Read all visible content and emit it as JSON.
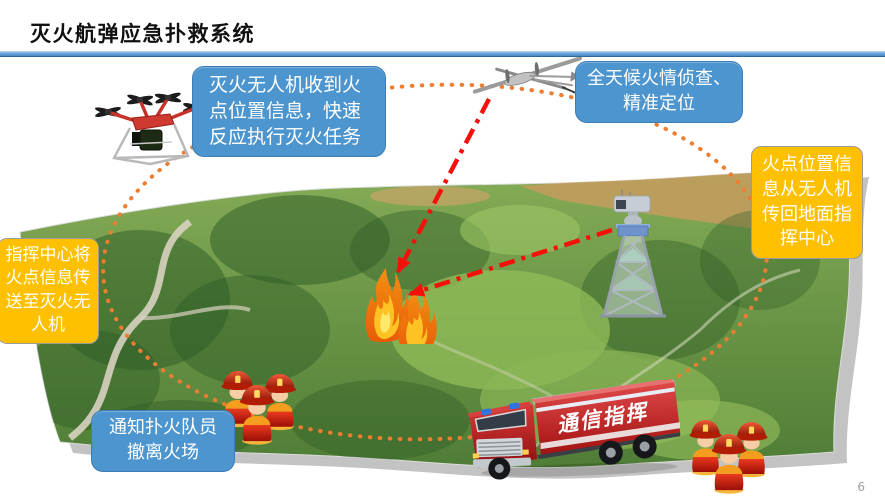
{
  "slide": {
    "title": "灭火航弹应急扑救系统",
    "page_number": "6"
  },
  "callouts": {
    "uav_receive": "灭火无人机收到火点位置信息，快速反应执行灭火任务",
    "recon": "全天候火情侦查、精准定位",
    "info_return": "火点位置信息从无人机传回地面指挥中心",
    "command_dispatch": "指挥中心将火点信息传送至灭火无人机",
    "notify_evacuate": "通知扑火队员撤离火场"
  },
  "scene": {
    "truck_label": "通信指挥"
  },
  "icons": {
    "drone": "quadcopter-drone-icon",
    "plane": "fixed-wing-uav-icon",
    "tower": "watchtower-icon",
    "fire": "fire-flame-icon",
    "truck": "fire-truck-icon",
    "firefighters": "firefighter-group-icon"
  },
  "colors": {
    "callout_blue": "#4D95CF",
    "callout_orange": "#FFC000",
    "arrow_red": "#F5100C",
    "ellipse_orange": "#ED7D31",
    "title_rule_blue": "#5B9BD5"
  }
}
